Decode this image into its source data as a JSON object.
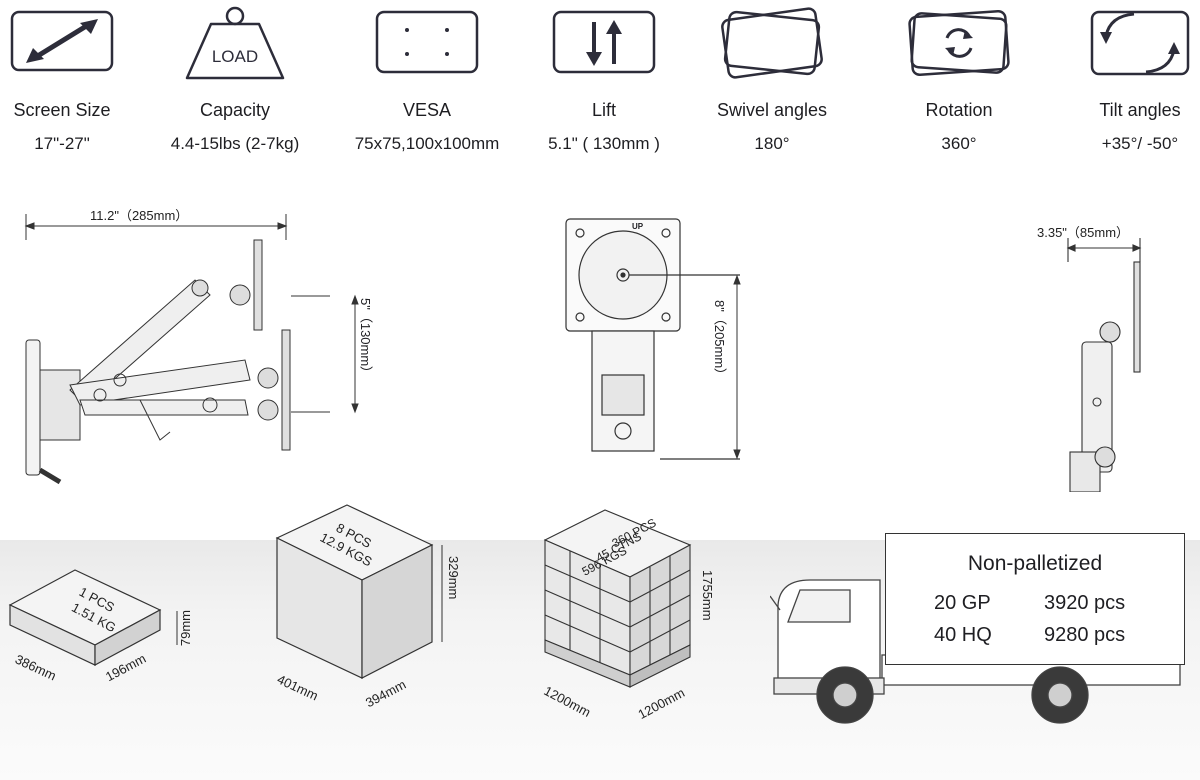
{
  "specs": [
    {
      "icon": "screen-size-icon",
      "label": "Screen Size",
      "value": "17\"-27\""
    },
    {
      "icon": "load-weight-icon",
      "icon_text": "LOAD",
      "label": "Capacity",
      "value": "4.4-15lbs (2-7kg)"
    },
    {
      "icon": "vesa-icon",
      "label": "VESA",
      "value": "75x75,100x100mm"
    },
    {
      "icon": "lift-arrows-icon",
      "label": "Lift",
      "value": "5.1\" ( 130mm )"
    },
    {
      "icon": "swivel-icon",
      "label": "Swivel angles",
      "value": "180°"
    },
    {
      "icon": "rotation-icon",
      "label": "Rotation",
      "value": "360°"
    },
    {
      "icon": "tilt-icon",
      "label": "Tilt angles",
      "value": "+35°/  -50°"
    }
  ],
  "dimensions": {
    "arm_reach": "11.2\"（285mm）",
    "lift_height": "5\"（130mm）",
    "plate_height": "8\"（205mm）",
    "depth": "3.35\"（85mm）",
    "up_mark": "UP"
  },
  "packages": [
    {
      "line1": "1 PCS",
      "line2": "1.51 KG",
      "height": "79mm",
      "length": "386mm",
      "width": "196mm"
    },
    {
      "line1": "8 PCS",
      "line2": "12.9 KGS",
      "height": "329mm",
      "length": "401mm",
      "width": "394mm"
    },
    {
      "line1": "360 PCS",
      "line2": "45 CTNS",
      "line3": "596 KGS",
      "height": "1755mm",
      "length": "1200mm",
      "width": "1200mm"
    }
  ],
  "shipping": {
    "title": "Non-palletized",
    "rows": [
      {
        "container": "20 GP",
        "qty": "3920 pcs"
      },
      {
        "container": "40 HQ",
        "qty": "9280 pcs"
      }
    ]
  }
}
